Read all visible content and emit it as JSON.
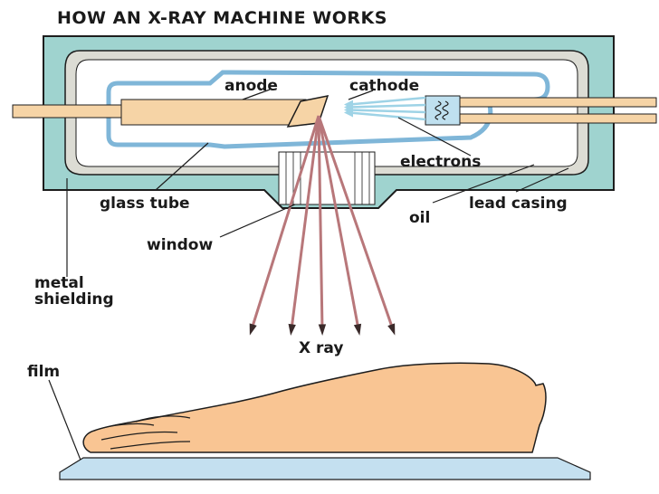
{
  "title": "HOW AN X-RAY MACHINE WORKS",
  "labels": {
    "anode": "anode",
    "cathode": "cathode",
    "electrons": "electrons",
    "glass_tube": "glass tube",
    "oil": "oil",
    "lead_casing": "lead casing",
    "window": "window",
    "metal": "metal",
    "shielding": "shielding",
    "x_ray": "X ray",
    "film": "film"
  },
  "colors": {
    "casing_fill": "#9fd3cf",
    "casing_stroke": "#1d1d1d",
    "oil_fill": "#ffffff",
    "lead_gray": "#dcdcd4",
    "glass_stroke": "#7fb6d8",
    "glass_fill": "#ffffff",
    "rod_fill": "#f6d4a6",
    "xray": "#b8777a",
    "electron": "#9ed3e6",
    "foot": "#f9c593",
    "film": "#c4e0f0"
  }
}
